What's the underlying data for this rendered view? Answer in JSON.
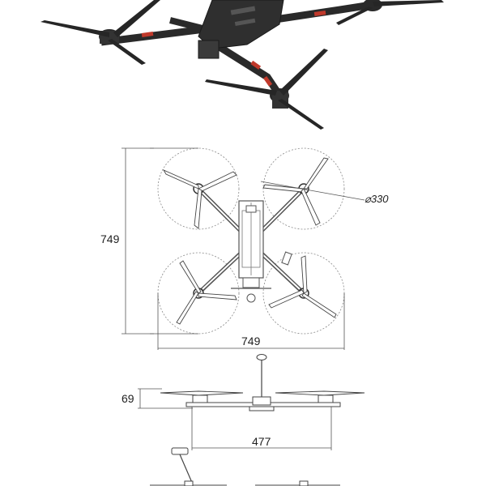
{
  "dimensions": {
    "top_width": "749",
    "top_height": "749",
    "prop_diameter": "⌀330",
    "side_height": "69",
    "side_width": "477"
  },
  "colors": {
    "frame": "#2a2a2a",
    "carbon": "#333333",
    "accent": "#c0392b",
    "dim_line": "#555555",
    "prop_circle": "#888888"
  }
}
